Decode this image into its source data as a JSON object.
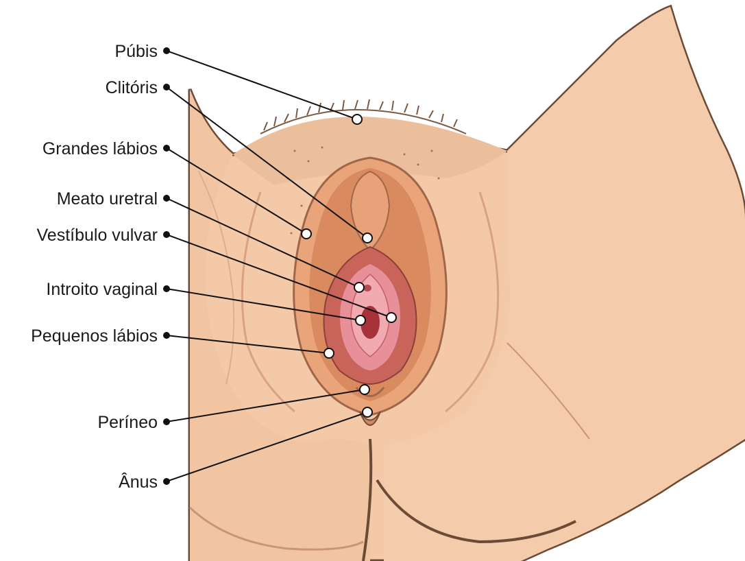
{
  "labels": {
    "pubis": "Púbis",
    "clitoris": "Clitóris",
    "grandes_labios": "Grandes lábios",
    "meato_uretral": "Meato uretral",
    "vestibulo_vulvar": "Vestíbulo vulvar",
    "introito_vaginal": "Introito vaginal",
    "pequenos_labios": "Pequenos lábios",
    "perineo": "Períneo",
    "anus": "Ânus"
  },
  "colors": {
    "skin": "#f3c9a8",
    "skin_shadow": "#e4a985",
    "outline": "#6b4a36",
    "labia_outer": "#d98a5e",
    "labia_inner": "#c9645a",
    "vestibule": "#e8909a",
    "hair": "#7a5a44"
  }
}
